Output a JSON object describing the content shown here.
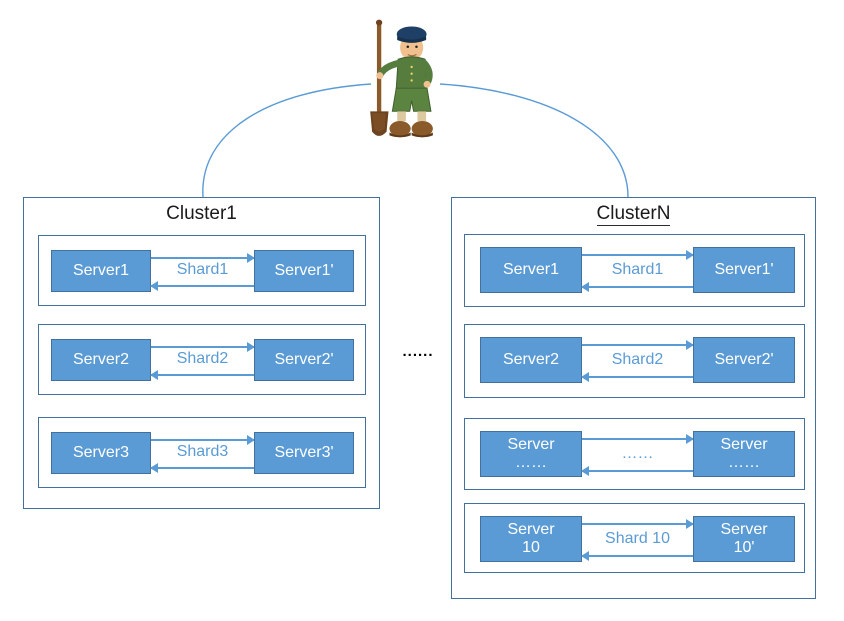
{
  "diagram": {
    "separator_dots": "......",
    "clusters": [
      {
        "title": "Cluster1",
        "rows": [
          {
            "left": "Server1",
            "shard": "Shard1",
            "right": "Server1'"
          },
          {
            "left": "Server2",
            "shard": "Shard2",
            "right": "Server2'"
          },
          {
            "left": "Server3",
            "shard": "Shard3",
            "right": "Server3'"
          }
        ]
      },
      {
        "title": "ClusterN",
        "rows": [
          {
            "left": "Server1",
            "shard": "Shard1",
            "right": "Server1'"
          },
          {
            "left": "Server2",
            "shard": "Shard2",
            "right": "Server2'"
          },
          {
            "left": "Server\n……",
            "shard": "……",
            "right": "Server\n……"
          },
          {
            "left": "Server\n10",
            "shard": "Shard 10",
            "right": "Server\n10'"
          }
        ]
      }
    ],
    "colors": {
      "server_fill": "#5b9bd5",
      "server_border": "#41719c",
      "box_border": "#41719c",
      "arrow_and_shard_text": "#5b9bd5",
      "title_text": "#1a1a1a",
      "spellcheck_wavy": "#e0312f",
      "separator_text": "#000000"
    }
  }
}
